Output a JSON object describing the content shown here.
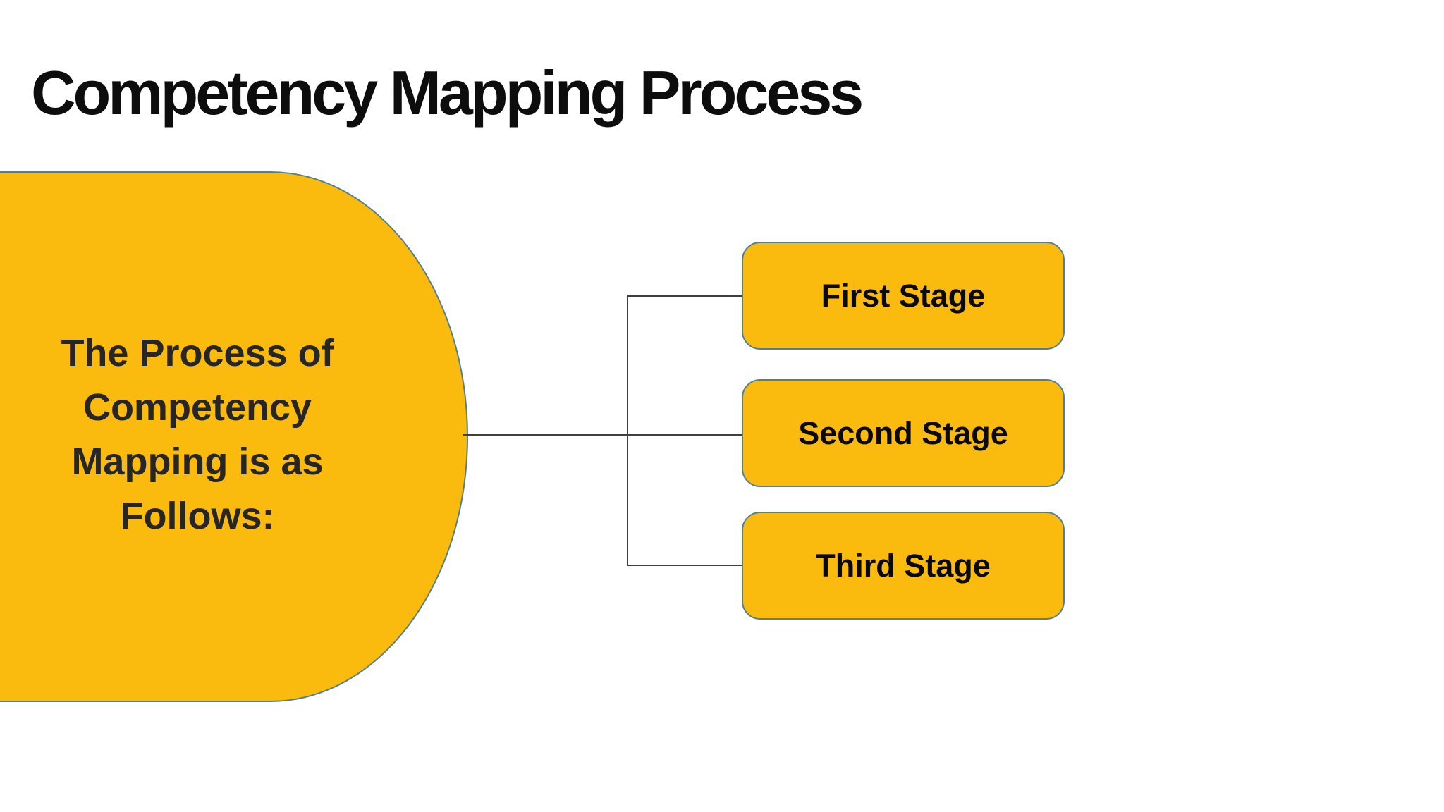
{
  "slide": {
    "title": "Competency Mapping Process"
  },
  "diagram": {
    "type": "hierarchy",
    "source": {
      "text": "The Process of Competency Mapping is as Follows:",
      "lines": [
        "The Process of",
        "Competency",
        "Mapping is as",
        "Follows:"
      ]
    },
    "stages": [
      {
        "label": "First Stage"
      },
      {
        "label": "Second Stage"
      },
      {
        "label": "Third Stage"
      }
    ]
  },
  "colors": {
    "background": "#FFFFFF",
    "gold": "#FBBB0E",
    "border": "#53808F",
    "connector": "#3F3F3F",
    "title": "#0D0D0D",
    "body": "#262626",
    "label": "#0A0A0A"
  }
}
